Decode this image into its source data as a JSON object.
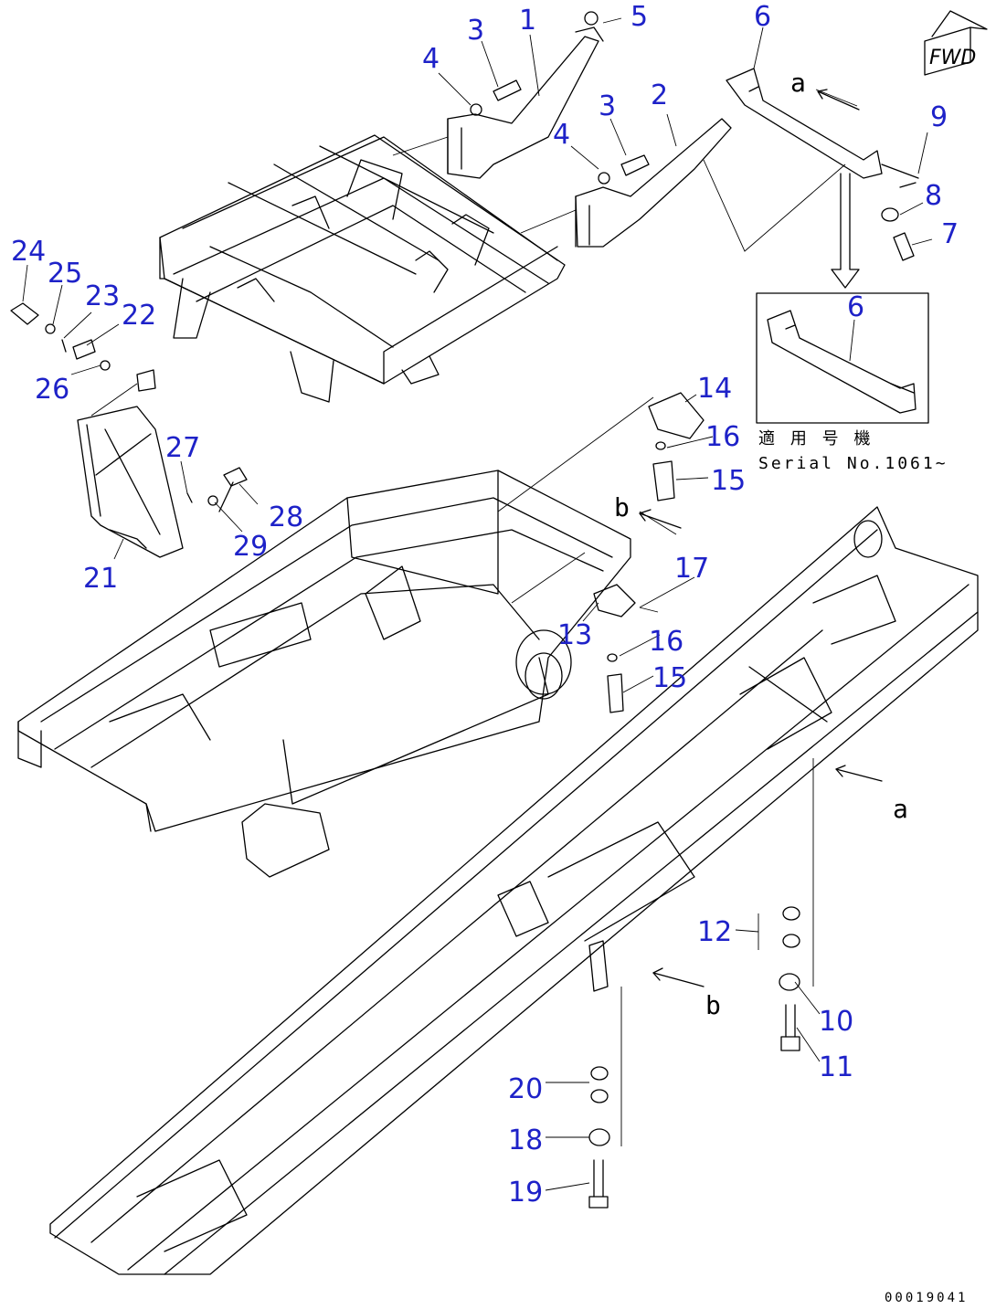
{
  "fwd_label": "FWD",
  "serial_label_jp": "適 用 号 機",
  "serial_text": "Serial No.1061~",
  "drawing_code": "00019041",
  "view_callouts": [
    {
      "id": "a1",
      "text": "a"
    },
    {
      "id": "a2",
      "text": "a"
    },
    {
      "id": "b1",
      "text": "b"
    },
    {
      "id": "b2",
      "text": "b"
    }
  ],
  "part_numbers": [
    {
      "id": "p1",
      "text": "1"
    },
    {
      "id": "p2",
      "text": "2"
    },
    {
      "id": "p3a",
      "text": "3"
    },
    {
      "id": "p3b",
      "text": "3"
    },
    {
      "id": "p4a",
      "text": "4"
    },
    {
      "id": "p4b",
      "text": "4"
    },
    {
      "id": "p5",
      "text": "5"
    },
    {
      "id": "p6a",
      "text": "6"
    },
    {
      "id": "p6b",
      "text": "6"
    },
    {
      "id": "p7",
      "text": "7"
    },
    {
      "id": "p8",
      "text": "8"
    },
    {
      "id": "p9",
      "text": "9"
    },
    {
      "id": "p10",
      "text": "10"
    },
    {
      "id": "p11",
      "text": "11"
    },
    {
      "id": "p12",
      "text": "12"
    },
    {
      "id": "p13",
      "text": "13"
    },
    {
      "id": "p14",
      "text": "14"
    },
    {
      "id": "p15a",
      "text": "15"
    },
    {
      "id": "p15b",
      "text": "15"
    },
    {
      "id": "p16a",
      "text": "16"
    },
    {
      "id": "p16b",
      "text": "16"
    },
    {
      "id": "p17",
      "text": "17"
    },
    {
      "id": "p18",
      "text": "18"
    },
    {
      "id": "p19",
      "text": "19"
    },
    {
      "id": "p20",
      "text": "20"
    },
    {
      "id": "p21",
      "text": "21"
    },
    {
      "id": "p22",
      "text": "22"
    },
    {
      "id": "p23",
      "text": "23"
    },
    {
      "id": "p24",
      "text": "24"
    },
    {
      "id": "p25",
      "text": "25"
    },
    {
      "id": "p26",
      "text": "26"
    },
    {
      "id": "p27",
      "text": "27"
    },
    {
      "id": "p28",
      "text": "28"
    },
    {
      "id": "p29",
      "text": "29"
    }
  ],
  "colors": {
    "label": "#1e22c8",
    "line": "#000000",
    "background": "#ffffff"
  }
}
